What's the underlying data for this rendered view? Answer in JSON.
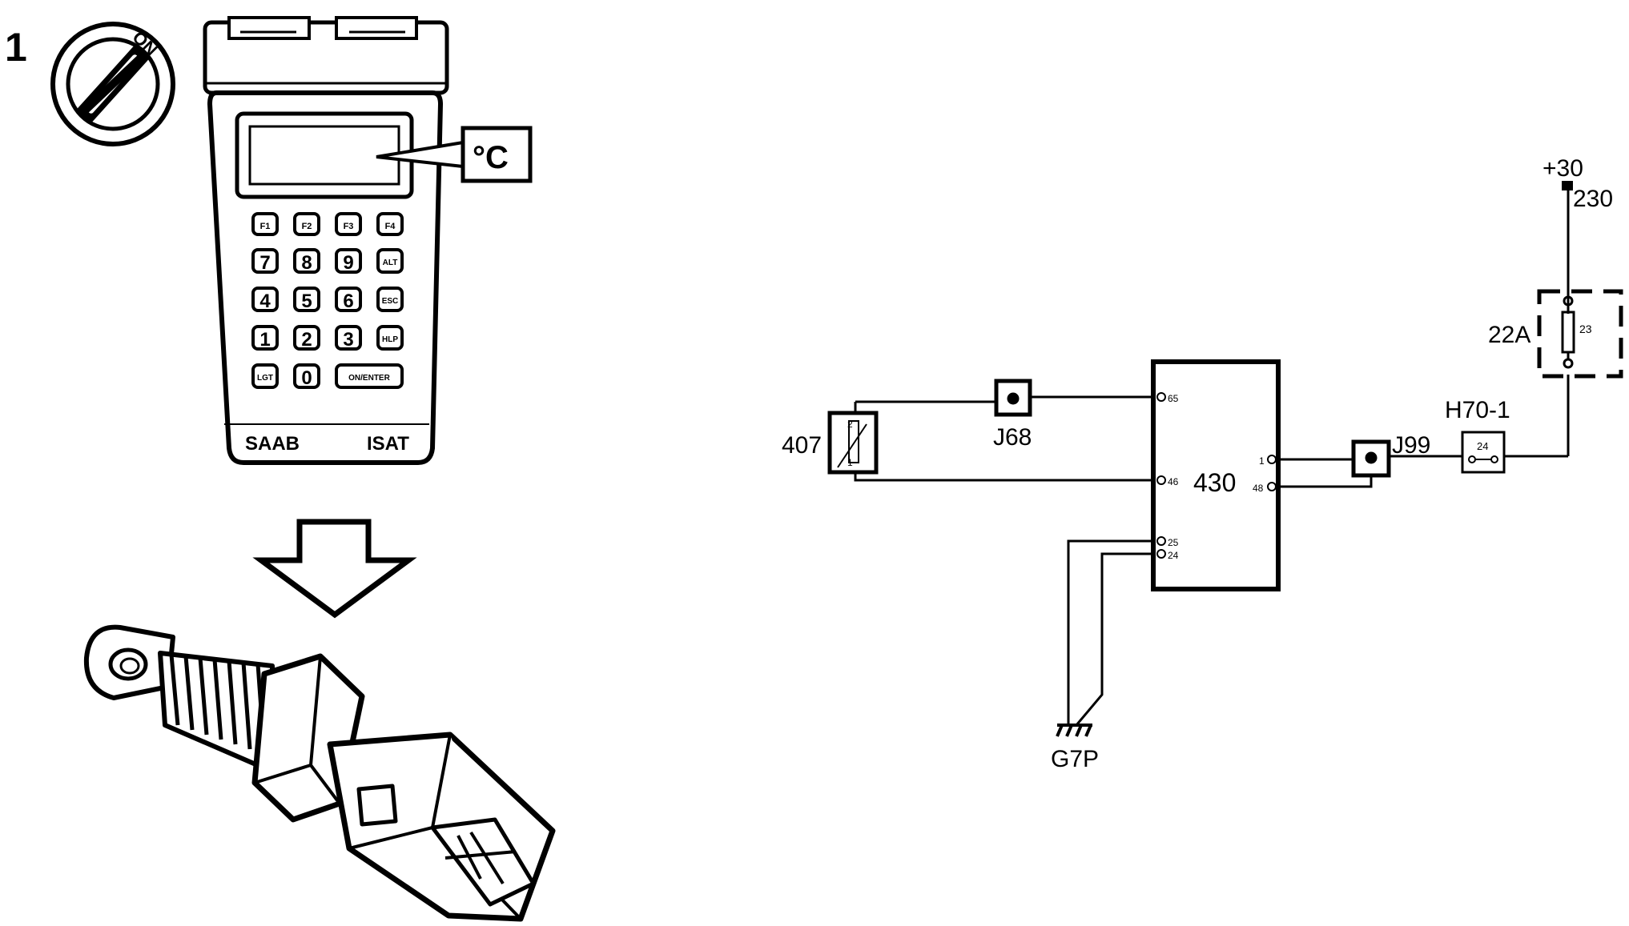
{
  "step": {
    "number": "1"
  },
  "ignition": {
    "label": "ON"
  },
  "tester": {
    "unit_label": "°C",
    "brand": "SAAB",
    "model": "ISAT",
    "keys": [
      [
        "F1",
        "F2",
        "F3",
        "F4"
      ],
      [
        "7",
        "8",
        "9",
        "ALT"
      ],
      [
        "4",
        "5",
        "6",
        "ESC"
      ],
      [
        "1",
        "2",
        "3",
        "HLP"
      ],
      [
        "LGT",
        "0",
        "ON/ENTER"
      ]
    ]
  },
  "diagram": {
    "supply_label": "+30",
    "supply_wire": "230",
    "fuse_box": "22A",
    "fuse_number": "23",
    "connector_h70": "H70-1",
    "connector_h70_pin": "24",
    "junction_j99": "J99",
    "junction_j68": "J68",
    "ecu": "430",
    "ecu_pins": {
      "p65": "65",
      "p46": "46",
      "p1": "1",
      "p48": "48",
      "p25": "25",
      "p24": "24"
    },
    "sensor": "407",
    "sensor_pins": {
      "p2": "2",
      "p1": "1"
    },
    "ground": "G7P"
  },
  "colors": {
    "ink": "#000000",
    "paper": "#ffffff"
  }
}
